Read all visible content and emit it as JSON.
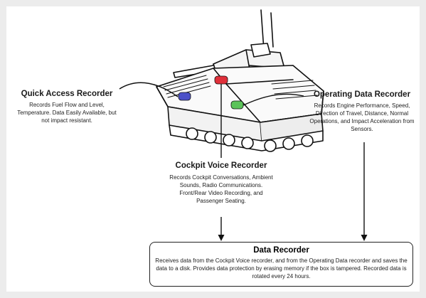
{
  "diagram": {
    "quick_access": {
      "title": "Quick Access Recorder",
      "description": "Records Fuel Flow and Level, Temperature. Data Easily Available, but not impact resistant."
    },
    "operating_data": {
      "title": "Operating Data Recorder",
      "description": "Records Engine Performance, Speed, Direction of Travel, Distance, Normal Operations, and Impact Acceleration from Sensors."
    },
    "cockpit_voice": {
      "title": "Cockpit Voice Recorder",
      "description": "Records Cockpit Conversations, Ambient Sounds, Radio Communications. Front/Rear Video Recording, and Passenger Seating."
    },
    "data_recorder": {
      "title": "Data Recorder",
      "description": "Receives data from the Cockpit Voice recorder, and from the Operating Data recorder and saves the data to a disk. Provides data protection by erasing memory if the box is tampered. Recorded data is rotated every 24 hours."
    },
    "colors": {
      "quick_access_marker": "#4b50c8",
      "cockpit_voice_marker": "#e0303a",
      "operating_data_marker": "#5cc35a"
    }
  }
}
